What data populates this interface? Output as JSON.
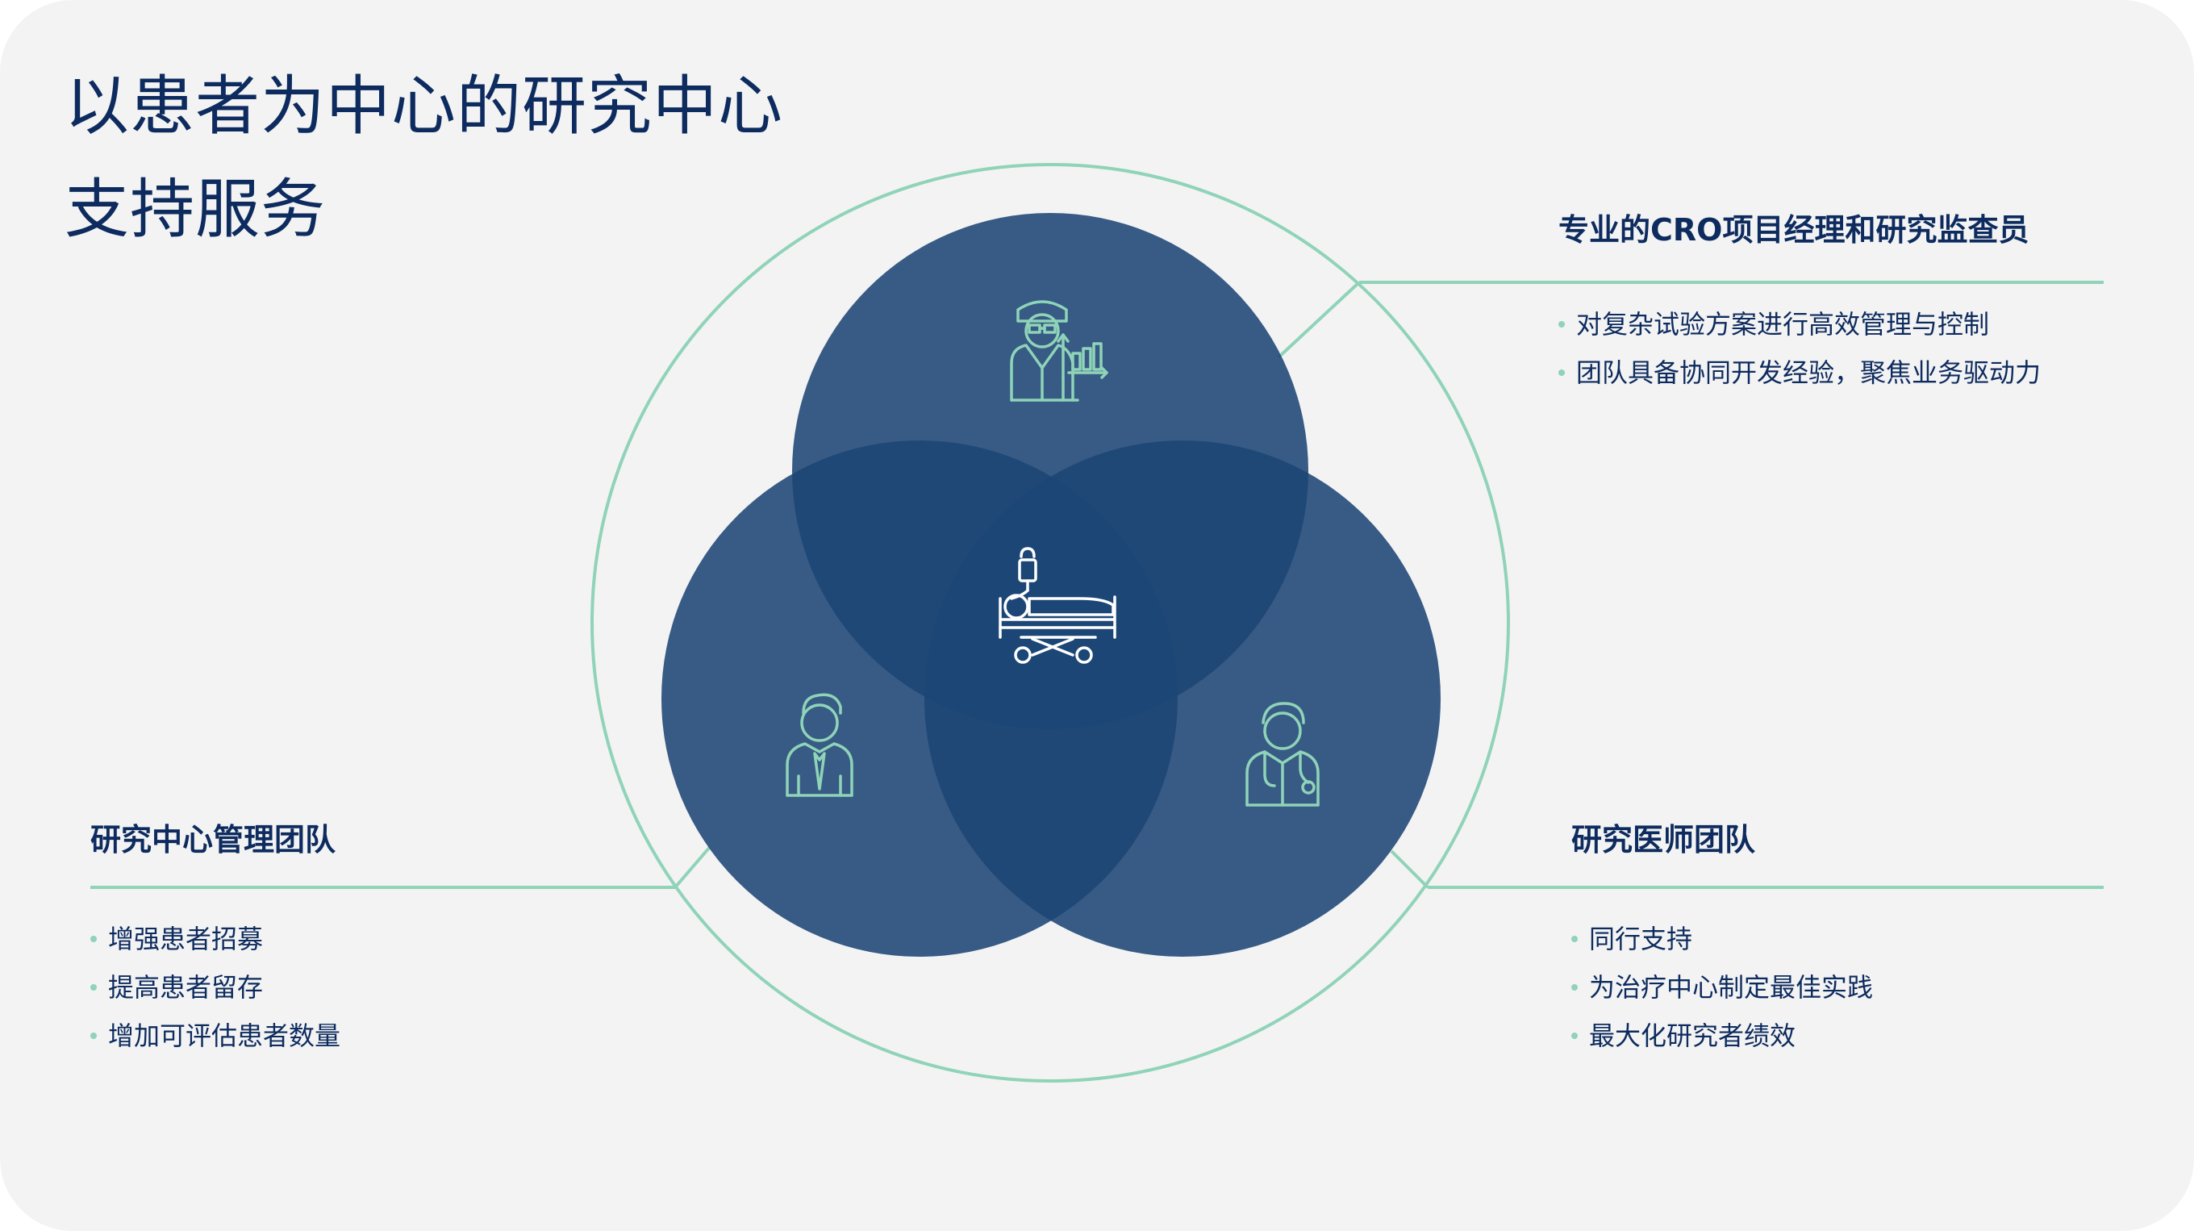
{
  "title": {
    "line1": "以患者为中心的研究中心",
    "line2": "支持服务"
  },
  "colors": {
    "navy": "#0d2b5e",
    "circle_fill": "#1c4675",
    "mint": "#8fd3b8",
    "background": "#f3f3f3"
  },
  "icons": {
    "top": "investigator-chart-icon",
    "center": "patient-bed-icon",
    "left": "manager-icon",
    "right": "doctor-icon"
  },
  "sections": {
    "cro": {
      "heading": "专业的CRO项目经理和研究监查员",
      "items": [
        "对复杂试验方案进行高效管理与控制",
        "团队具备协同开发经验，聚焦业务驱动力"
      ]
    },
    "site_team": {
      "heading": "研究中心管理团队",
      "items": [
        "增强患者招募",
        "提高患者留存",
        "增加可评估患者数量"
      ]
    },
    "physicians": {
      "heading": "研究医师团队",
      "items": [
        "同行支持",
        "为治疗中心制定最佳实践",
        "最大化研究者绩效"
      ]
    }
  }
}
